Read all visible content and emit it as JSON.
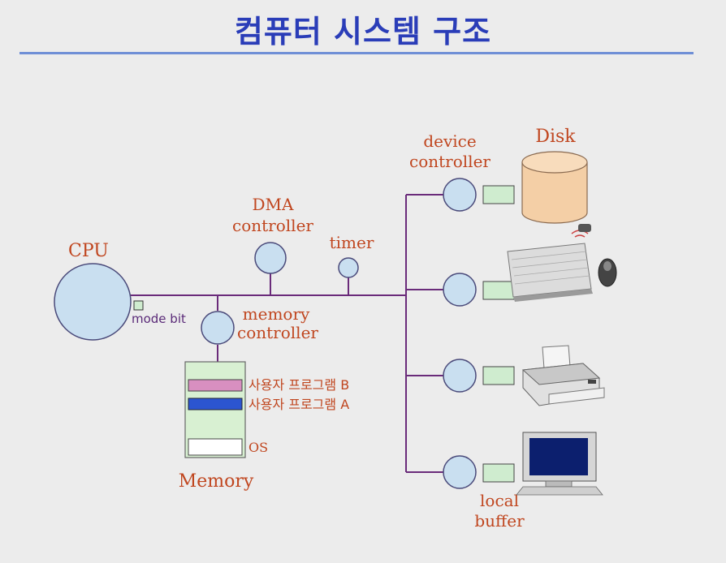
{
  "title": "컴퓨터 시스템 구조",
  "labels": {
    "cpu": "CPU",
    "mode_bit": "mode bit",
    "dma_line1": "DMA",
    "dma_line2": "controller",
    "timer": "timer",
    "mem_ctrl_line1": "memory",
    "mem_ctrl_line2": "controller",
    "memory": "Memory",
    "prog_b": "사용자 프로그램 B",
    "prog_a": "사용자 프로그램 A",
    "os": "OS",
    "dev_ctrl_line1": "device",
    "dev_ctrl_line2": "controller",
    "disk": "Disk",
    "local_line1": "local",
    "local_line2": "buffer"
  },
  "colors": {
    "title": "#2a3db8",
    "label": "#c0461f",
    "bus": "#6a2b7a",
    "node_fill": "#c9dff0",
    "buffer_fill": "#cfeccf",
    "memory_fill": "#d8f0d2",
    "prog_b": "#d88fc0",
    "prog_a": "#2c55d0",
    "disk_fill": "#f4cfa6"
  }
}
